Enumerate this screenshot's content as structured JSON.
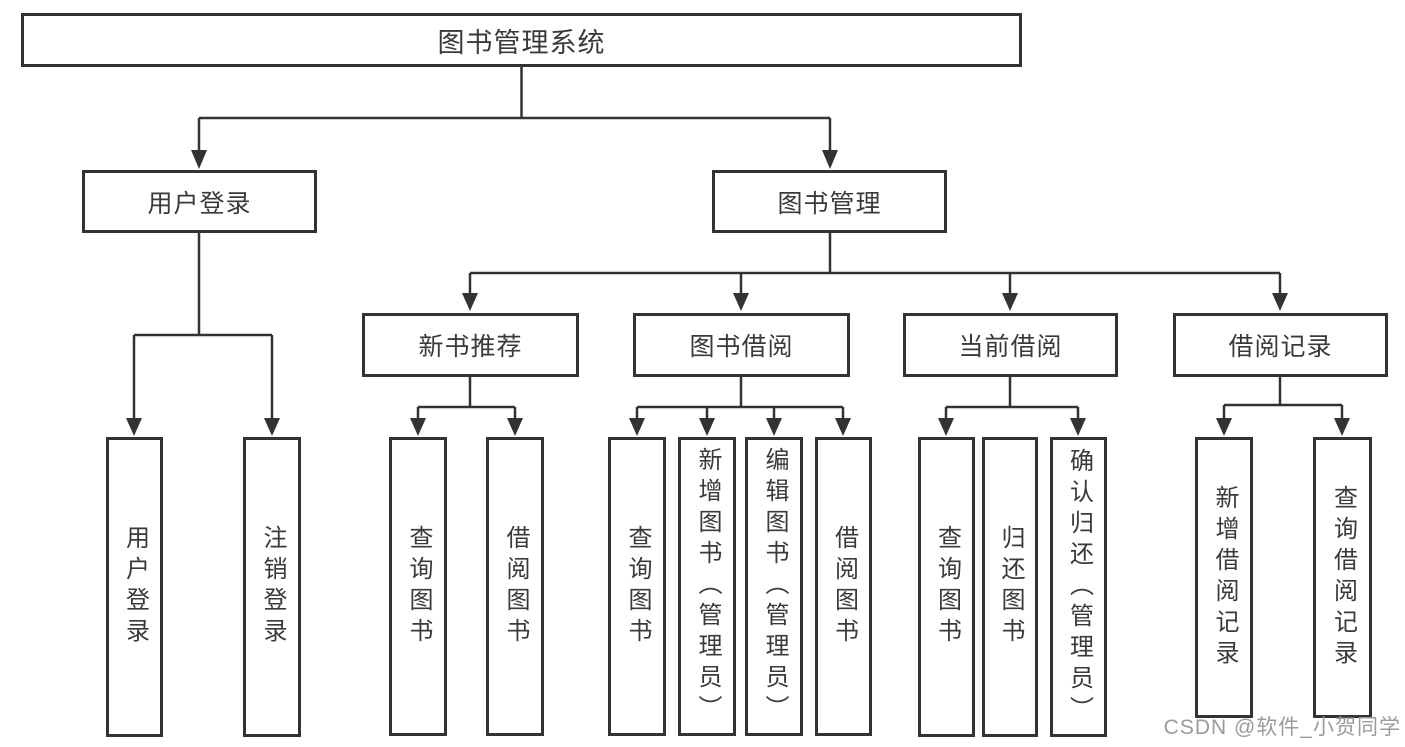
{
  "page": {
    "watermark": "CSDN @软件_小贺同学"
  },
  "colors": {
    "line": "#333333",
    "box_border": "#333333",
    "box_fill": "#ffffff",
    "text": "#3a3a3a",
    "watermark": "#9b9b9b"
  },
  "tree": {
    "root": {
      "label": "图书管理系统"
    },
    "branches": [
      {
        "label": "用户登录",
        "children": [
          {
            "label": "用户登录"
          },
          {
            "label": "注销登录"
          }
        ]
      },
      {
        "label": "图书管理",
        "children": [
          {
            "label": "新书推荐",
            "children": [
              {
                "label": "查询图书"
              },
              {
                "label": "借阅图书"
              }
            ]
          },
          {
            "label": "图书借阅",
            "children": [
              {
                "label": "查询图书"
              },
              {
                "label": "新增图书（管理员）"
              },
              {
                "label": "编辑图书（管理员）"
              },
              {
                "label": "借阅图书"
              }
            ]
          },
          {
            "label": "当前借阅",
            "children": [
              {
                "label": "查询图书"
              },
              {
                "label": "归还图书"
              },
              {
                "label": "确认归还（管理员）"
              }
            ]
          },
          {
            "label": "借阅记录",
            "children": [
              {
                "label": "新增借阅记录"
              },
              {
                "label": "查询借阅记录"
              }
            ]
          }
        ]
      }
    ]
  }
}
